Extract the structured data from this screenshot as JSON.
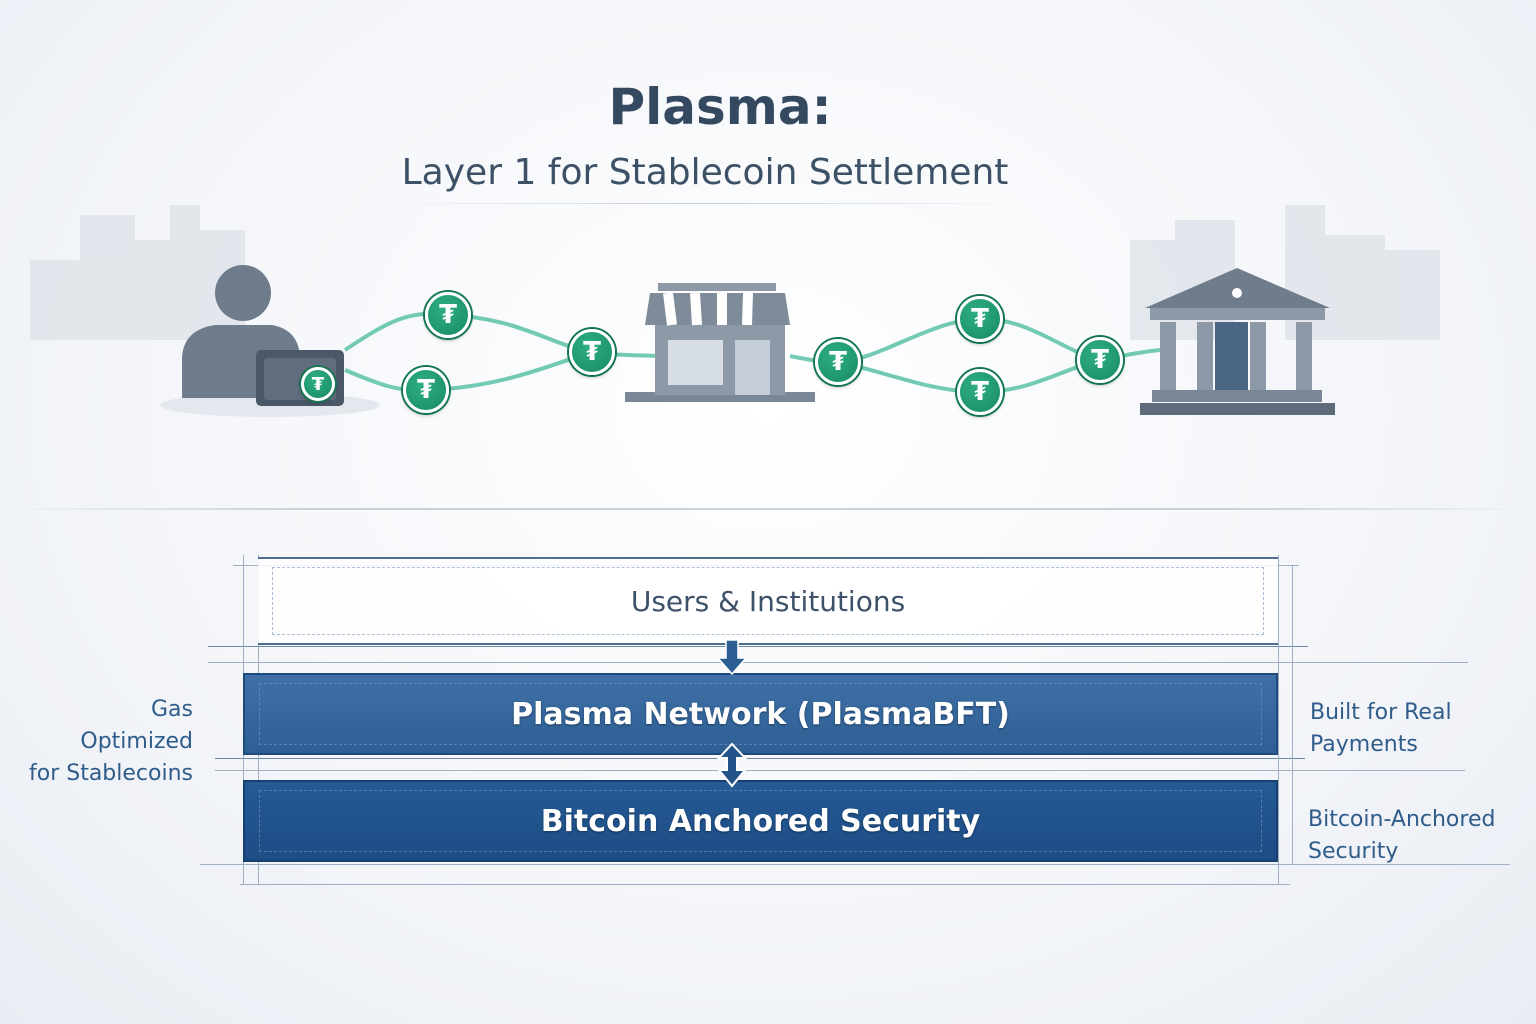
{
  "header": {
    "title": "Plasma:",
    "subtitle": "Layer 1 for Stablecoin Settlement"
  },
  "flow": {
    "nodes": [
      "user-with-wallet-icon",
      "storefront-icon",
      "bank-icon"
    ],
    "coin_icon": "tether-coin-icon",
    "coin_glyph": "₮"
  },
  "stack": {
    "layers": [
      {
        "label": "Users & Institutions"
      },
      {
        "label": "Plasma Network (PlasmaBFT)"
      },
      {
        "label": "Bitcoin Anchored Security"
      }
    ]
  },
  "side_notes": {
    "left": [
      "Gas",
      "Optimized",
      "for Stablecoins"
    ],
    "right_top": [
      "Built for Real",
      "Payments"
    ],
    "right_bottom": [
      "Bitcoin-Anchored",
      "Security"
    ]
  },
  "colors": {
    "title": "#34495f",
    "coin_green": "#178a62",
    "layer_mid": "#3f70a6",
    "layer_base": "#1d4c85",
    "note_blue": "#2f5c8a"
  }
}
